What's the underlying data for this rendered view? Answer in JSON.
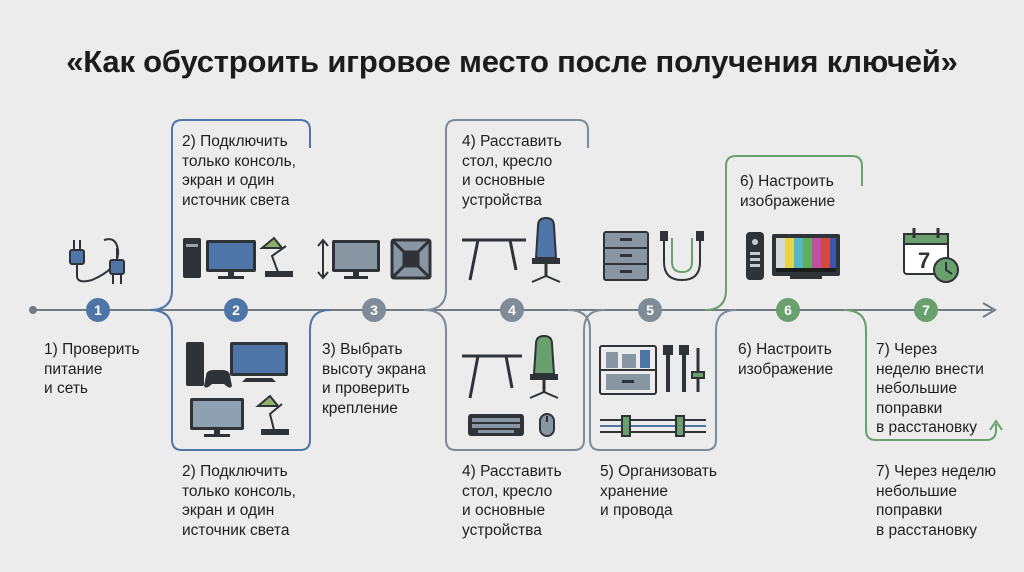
{
  "title": "«Как обустроить игровое место после получения ключей»",
  "colors": {
    "blue": "#4f74a8",
    "grey": "#7f8b96",
    "green": "#6aa06e",
    "dark": "#2f3338",
    "line": "#737a82"
  },
  "steps": [
    {
      "num": "1",
      "color": "#4f74a8",
      "label": "1) Проверить\nпитание\nи сеть",
      "icon": "power-plug-icon"
    },
    {
      "num": "2",
      "color": "#4f74a8",
      "label_top": "2) Подключить\nтолько консоль,\nэкран и один\nисточник света",
      "label_bottom": "2) Подключить\nтолько консоль,\nэкран и один\nисточник света",
      "icons": [
        "console-icon",
        "monitor-icon",
        "desk-lamp-icon",
        "gamepad-icon",
        "tv-icon"
      ]
    },
    {
      "num": "3",
      "color": "#7f8b96",
      "label": "3) Выбрать\nвысоту экрана\nи проверить\nкрепление",
      "icons": [
        "height-arrow-icon",
        "monitor-icon",
        "wall-mount-icon"
      ]
    },
    {
      "num": "4",
      "color": "#7f8b96",
      "label_top": "4) Расставить\nстол, кресло\nи основные\nустройства",
      "label_bottom": "4) Расставить\nстол, кресло\nи основные\nустройства",
      "icons": [
        "desk-icon",
        "gaming-chair-icon",
        "keyboard-icon",
        "mouse-icon"
      ]
    },
    {
      "num": "5",
      "color": "#7f8b96",
      "label": "5) Организовать\nхранение\nи провода",
      "icons": [
        "drawer-cabinet-icon",
        "cable-ties-icon",
        "shelf-icon",
        "cable-bundle-icon"
      ]
    },
    {
      "num": "6",
      "color": "#6aa06e",
      "label_top": "6) Настроить\nизображение",
      "label_bottom": "6) Настроить\nизображение",
      "icons": [
        "remote-icon",
        "color-bars-tv-icon"
      ]
    },
    {
      "num": "7",
      "color": "#6aa06e",
      "label_top": "7) Через\nнеделю внести\nнебольшие\nпоправки\nв расстановку",
      "label_bottom": "7) Через неделю\nнебольшие\nпоправки\nв расстановку",
      "icon": "calendar-clock-icon",
      "calendar_day": "7"
    }
  ]
}
